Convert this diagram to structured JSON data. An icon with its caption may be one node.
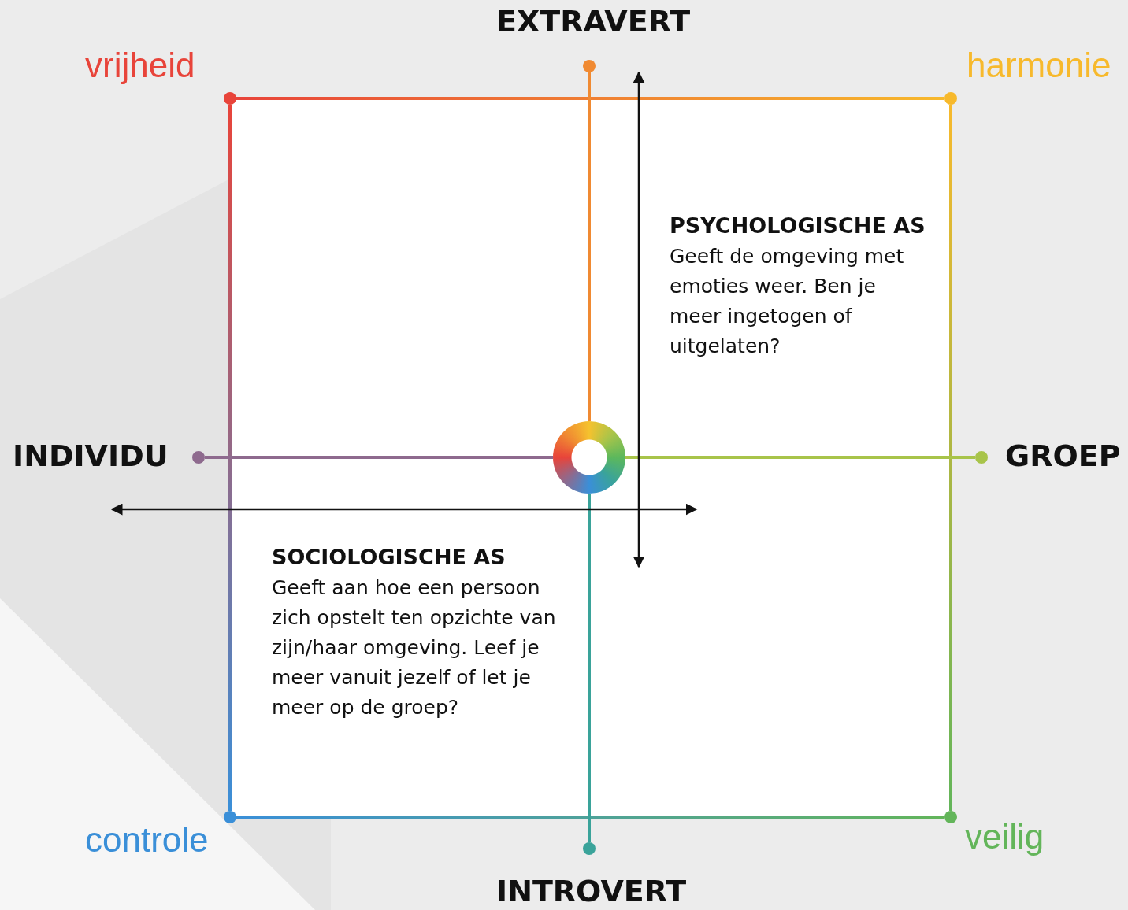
{
  "diagram": {
    "nodes": [
      {
        "text": [
          "vrijheid"
        ]
      },
      {
        "text": [
          "harmonie"
        ]
      },
      {
        "text": [
          "controle"
        ]
      },
      {
        "text": [
          "veilig"
        ]
      },
      {
        "text": [
          "EXTRAVERT"
        ]
      },
      {
        "text": [
          "INDIVIDU"
        ]
      },
      {
        "text": [
          "GROEP"
        ]
      },
      {
        "text": [
          "INTROVERT"
        ]
      },
      {
        "text": [],
        "shape": "circle"
      }
    ],
    "edges": [
      {
        "from": 0,
        "to": 1,
        "arrow": "none"
      },
      {
        "from": 0,
        "to": 2,
        "arrow": "none"
      },
      {
        "from": 1,
        "to": 3,
        "arrow": "none"
      },
      {
        "from": 2,
        "to": 3,
        "arrow": "none"
      },
      {
        "from": 4,
        "to": 8,
        "arrow": "none"
      },
      {
        "from": 5,
        "to": 8,
        "arrow": "none"
      },
      {
        "from": 8,
        "to": 6,
        "arrow": "none"
      },
      {
        "from": 8,
        "to": 7,
        "arrow": "none"
      }
    ],
    "labels": [
      "PSYCHOLOGISCHE AS",
      "Geeft de omgeving met emoties weer. Ben je meer ingetogen of uitgelaten?",
      "SOCIOLOGISCHE AS",
      "Geeft aan hoe een persoon zich opstelt ten opzichte van zijn/haar omgeving. Leef je meer vanuit jezelf of let je meer op de groep?"
    ]
  }
}
